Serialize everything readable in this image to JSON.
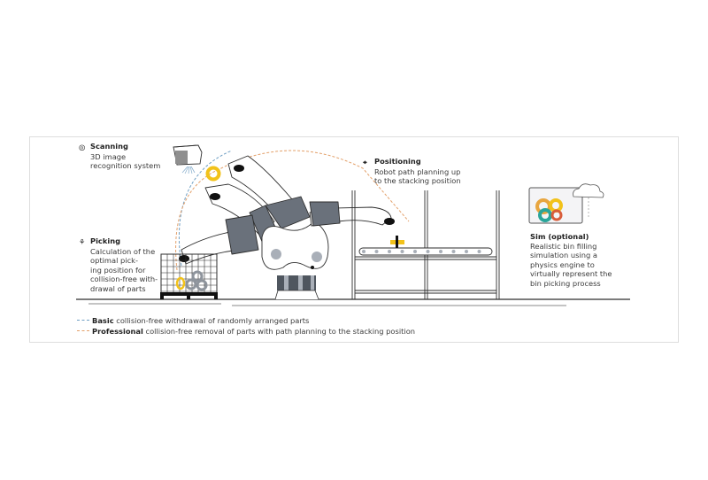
{
  "diagram": {
    "title": "Bin picking process overview",
    "colors": {
      "basic_path": "#6f9fc4",
      "professional_path": "#e3a06a",
      "part_yellow": "#f2c21a",
      "robot_gray": "#5f6670",
      "joint_gray": "#a9afb8",
      "line": "#2d2d2d"
    },
    "labels": {
      "scanning": {
        "icon": "eye-icon",
        "title": "Scanning",
        "body": [
          "3D image",
          "recognition system"
        ]
      },
      "picking": {
        "icon": "gripper-icon",
        "title": "Picking",
        "body": [
          "Calculation of the",
          "optimal pick-",
          "ing position for",
          "collision-free with-",
          "drawal of parts"
        ]
      },
      "positioning": {
        "icon": "crosshair-icon",
        "title": "Positioning",
        "body": [
          "Robot path planning up",
          "to the stacking position"
        ]
      },
      "sim": {
        "icon": "simulation-screen-icon",
        "title": "Sim (optional)",
        "body": [
          "Realistic bin filling",
          "simulation using a",
          "physics engine to",
          "virtually represent the",
          "bin picking process"
        ]
      }
    },
    "legend": [
      {
        "name": "Basic",
        "text": "collision-free withdrawal of randomly arranged parts",
        "color_key": "basic_path"
      },
      {
        "name": "Professional",
        "text": "collision-free removal of parts with path planning to the stacking position",
        "color_key": "professional_path"
      }
    ]
  }
}
